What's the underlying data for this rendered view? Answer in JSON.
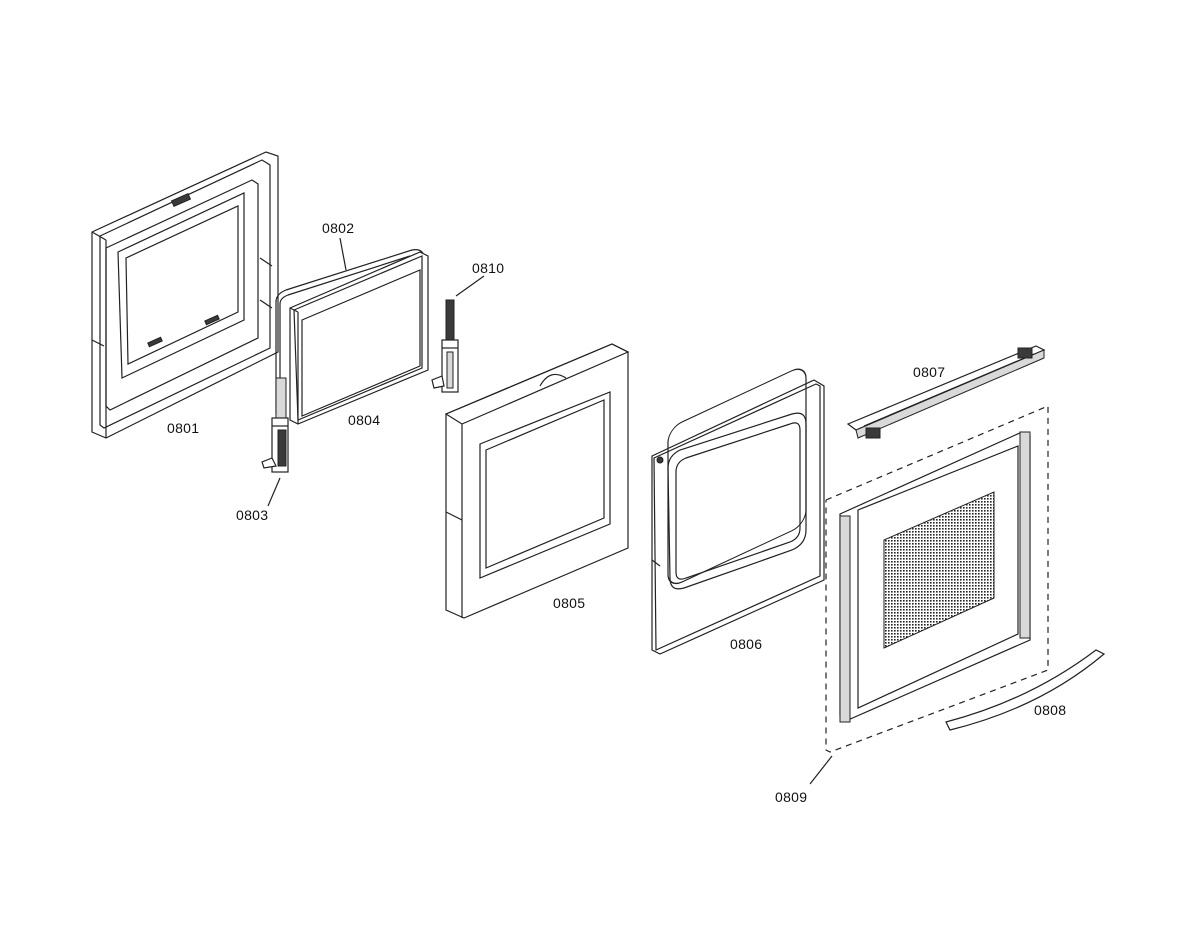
{
  "labels": {
    "p0801": "0801",
    "p0802": "0802",
    "p0803": "0803",
    "p0804": "0804",
    "p0805": "0805",
    "p0806": "0806",
    "p0807": "0807",
    "p0808": "0808",
    "p0809": "0809",
    "p0810": "0810"
  }
}
